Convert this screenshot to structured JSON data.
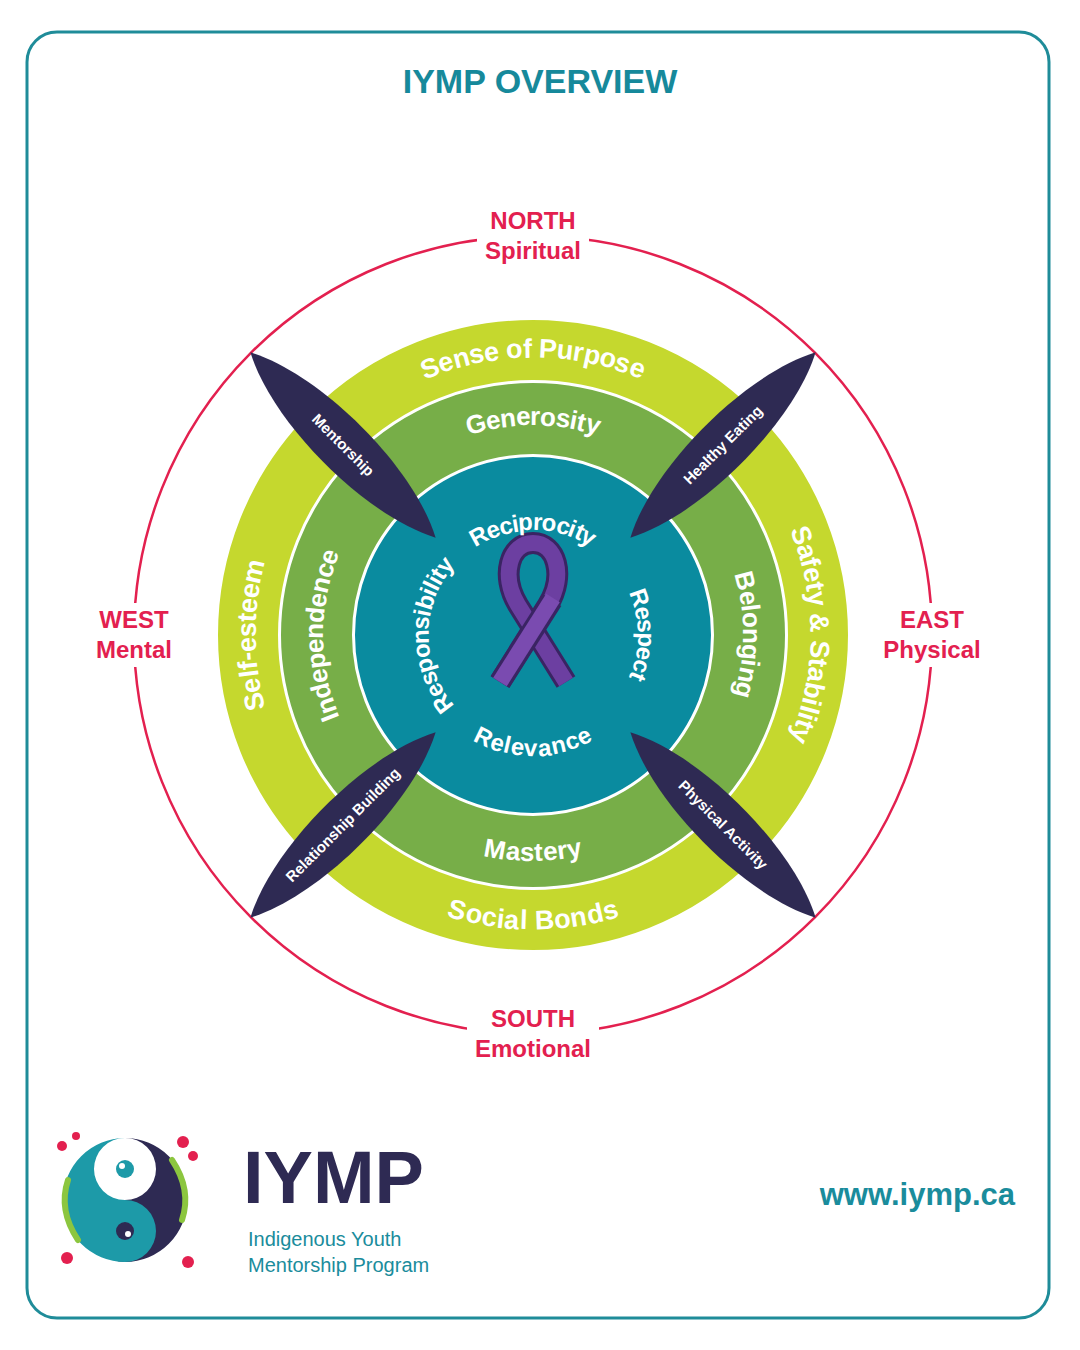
{
  "diagram": {
    "title": "IYMP OVERVIEW",
    "nodes": [
      {
        "text": [
          "NORTH Spiritual",
          "WEST Mental",
          "EAST Physical",
          "SOUTH Emotional"
        ]
      },
      {
        "text": [
          "Sense of Purpose",
          "Self-esteem",
          "Safety & Stability",
          "Social Bonds"
        ],
        "in": 0
      },
      {
        "text": [
          "Generosity",
          "Independence",
          "Belonging",
          "Mastery"
        ],
        "in": 1
      },
      {
        "text": [
          "Reciprocity",
          "Responsibility",
          "Respect",
          "Relevance"
        ],
        "in": 2
      },
      {
        "text": [
          "Mentorship"
        ],
        "in": 0
      },
      {
        "text": [
          "Healthy Eating"
        ],
        "in": 0
      },
      {
        "text": [
          "Relationship Building"
        ],
        "in": 0
      },
      {
        "text": [
          "Physical Activity"
        ],
        "in": 0
      }
    ],
    "labels": [
      "IYMP",
      "Indigenous Youth Mentorship Program",
      "www.iymp.ca"
    ]
  }
}
